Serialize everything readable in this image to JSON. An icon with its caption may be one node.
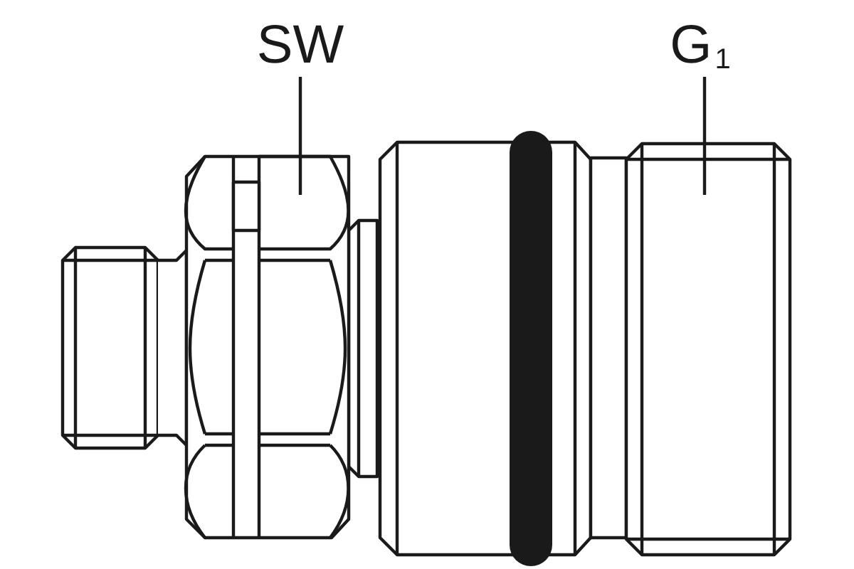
{
  "diagram": {
    "nodes": [
      {
        "text": [
          "SW"
        ]
      },
      {
        "text": [],
        "shape": "box"
      },
      {
        "text": [
          "G$_{1}$"
        ]
      },
      {
        "text": [],
        "shape": "box"
      }
    ],
    "edges": [
      {
        "from": 0,
        "to": 1,
        "arrow": "none"
      },
      {
        "from": 2,
        "to": 3,
        "arrow": "none"
      }
    ]
  }
}
